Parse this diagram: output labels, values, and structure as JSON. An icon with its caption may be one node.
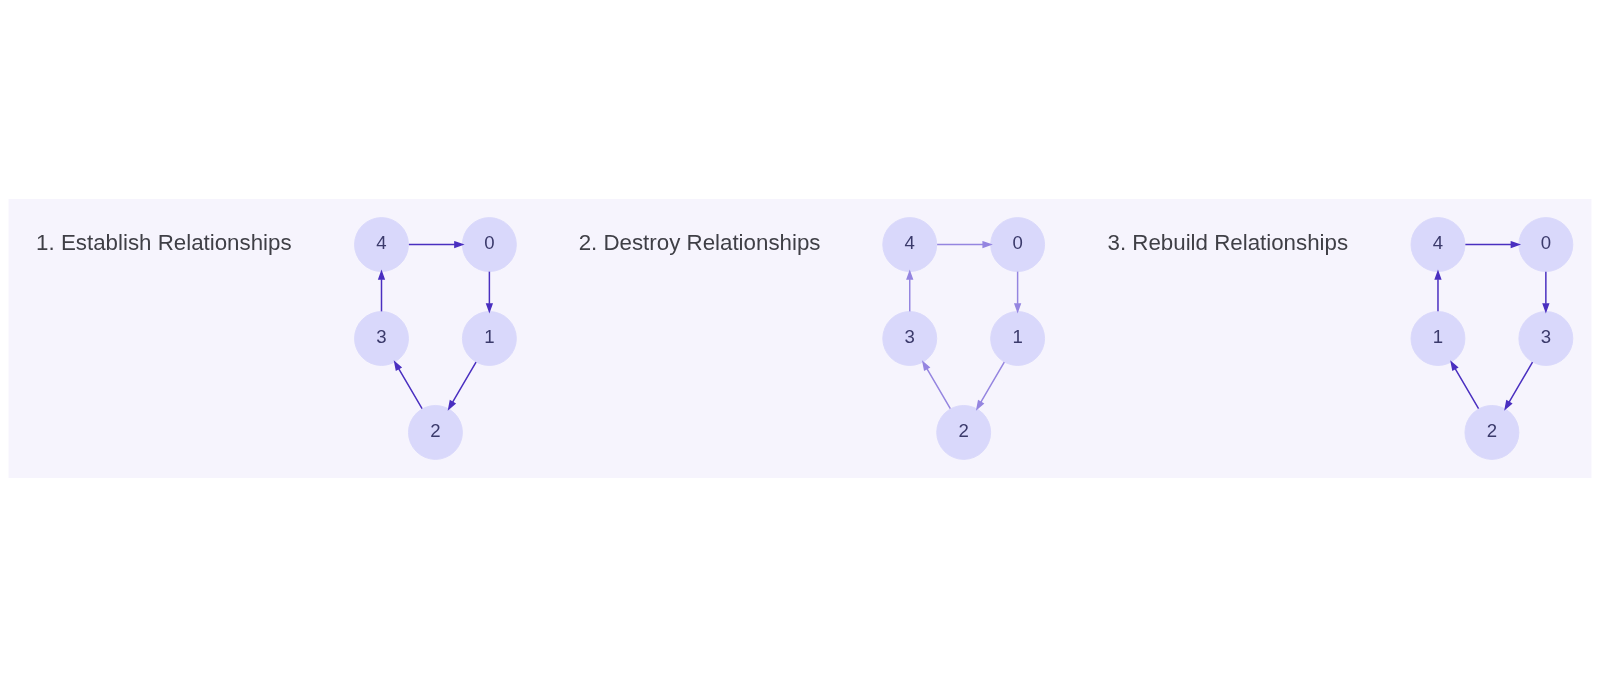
{
  "diagram": {
    "nodes": [
      {
        "text": [
          "4"
        ]
      },
      {
        "text": [
          "0"
        ]
      },
      {
        "text": [
          "3"
        ]
      },
      {
        "text": [
          "1"
        ]
      },
      {
        "text": [
          "2"
        ]
      },
      {
        "text": [
          "4"
        ]
      },
      {
        "text": [
          "0"
        ]
      },
      {
        "text": [
          "3"
        ]
      },
      {
        "text": [
          "1"
        ]
      },
      {
        "text": [
          "2"
        ]
      },
      {
        "text": [
          "4"
        ]
      },
      {
        "text": [
          "0"
        ]
      },
      {
        "text": [
          "1"
        ]
      },
      {
        "text": [
          "3"
        ]
      },
      {
        "text": [
          "2"
        ]
      }
    ],
    "edges": [
      {
        "from": 0,
        "to": 1,
        "arrow": "to"
      },
      {
        "from": 1,
        "to": 3,
        "arrow": "to"
      },
      {
        "from": 3,
        "to": 4,
        "arrow": "to"
      },
      {
        "from": 4,
        "to": 2,
        "arrow": "to"
      },
      {
        "from": 2,
        "to": 0,
        "arrow": "to"
      },
      {
        "from": 5,
        "to": 6,
        "arrow": "to",
        "color": "#9585e0"
      },
      {
        "from": 6,
        "to": 8,
        "arrow": "to",
        "color": "#9585e0"
      },
      {
        "from": 8,
        "to": 9,
        "arrow": "to",
        "color": "#9585e0"
      },
      {
        "from": 9,
        "to": 7,
        "arrow": "to",
        "color": "#9585e0"
      },
      {
        "from": 7,
        "to": 5,
        "arrow": "to",
        "color": "#9585e0"
      },
      {
        "from": 10,
        "to": 11,
        "arrow": "to"
      },
      {
        "from": 11,
        "to": 13,
        "arrow": "to"
      },
      {
        "from": 13,
        "to": 14,
        "arrow": "to"
      },
      {
        "from": 14,
        "to": 12,
        "arrow": "to"
      },
      {
        "from": 12,
        "to": 10,
        "arrow": "to"
      }
    ],
    "labels": [
      "1. Establish Relationships",
      "2. Destroy Relationships",
      "3. Rebuild Relationships"
    ]
  }
}
